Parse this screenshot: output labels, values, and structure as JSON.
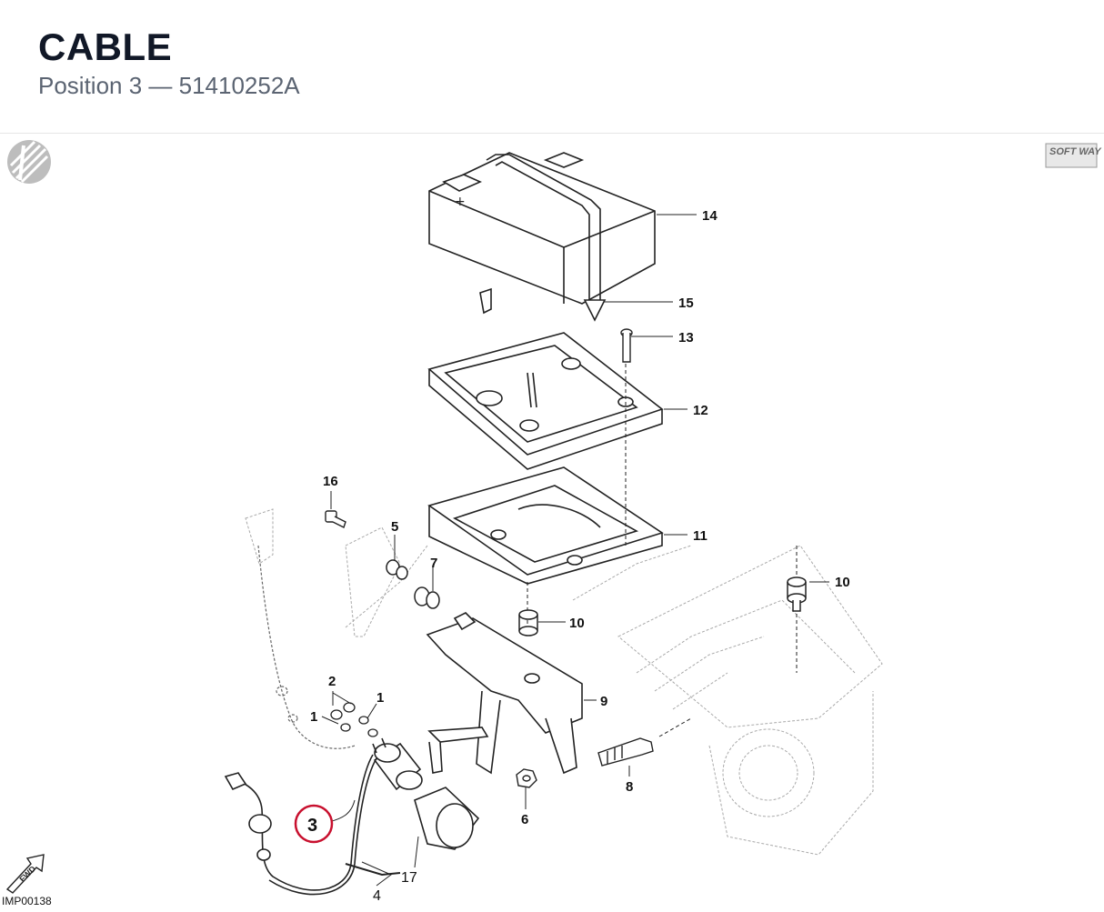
{
  "header": {
    "title": "CABLE",
    "subtitle": "Position 3 — 51410252A"
  },
  "diagram": {
    "image_code": "IMP00138",
    "brand_logo": "SOFT WAY",
    "fwd_label": "FWD",
    "highlighted_callout": "3",
    "callouts": {
      "c14": "14",
      "c15": "15",
      "c13": "13",
      "c12": "12",
      "c11": "11",
      "c16": "16",
      "c5": "5",
      "c7": "7",
      "c10a": "10",
      "c10b": "10",
      "c9": "9",
      "c8": "8",
      "c6": "6",
      "c2": "2",
      "c1a": "1",
      "c1b": "1",
      "c17": "17",
      "c4": "4"
    },
    "colors": {
      "highlight_ring": "#c8102e",
      "line": "#222222",
      "ghost": "#9a9a9a"
    }
  }
}
